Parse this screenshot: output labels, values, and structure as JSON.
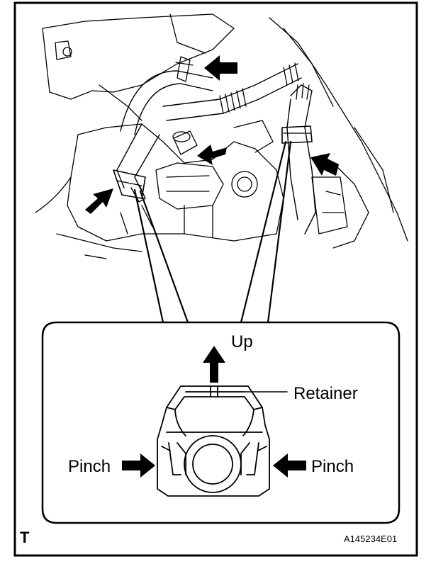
{
  "labels": {
    "up": "Up",
    "retainer": "Retainer",
    "pinch_left": "Pinch",
    "pinch_right": "Pinch",
    "corner_mark": "T",
    "figure_code": "A145234E01"
  },
  "icons": [
    "arrow-icon",
    "hose-clamp-icon",
    "retainer-clip-icon"
  ],
  "colors": {
    "line": "#000000",
    "background": "#ffffff"
  }
}
